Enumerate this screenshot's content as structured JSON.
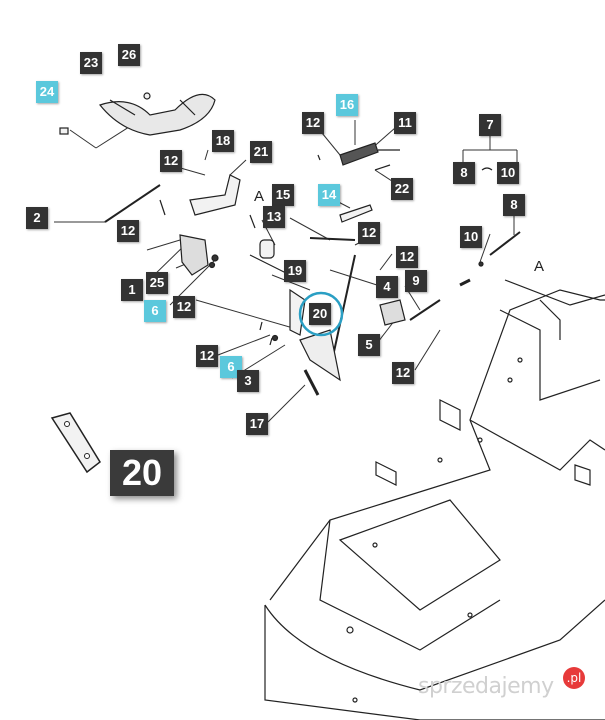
{
  "parts": [
    {
      "id": "p23",
      "text": "23",
      "cyan": false
    },
    {
      "id": "p26",
      "text": "26",
      "cyan": false
    },
    {
      "id": "p24",
      "text": "24",
      "cyan": true
    },
    {
      "id": "p18",
      "text": "18",
      "cyan": false
    },
    {
      "id": "p12a",
      "text": "12",
      "cyan": false
    },
    {
      "id": "p21",
      "text": "21",
      "cyan": false
    },
    {
      "id": "p12b",
      "text": "12",
      "cyan": false
    },
    {
      "id": "p16",
      "text": "16",
      "cyan": true
    },
    {
      "id": "p11",
      "text": "11",
      "cyan": false
    },
    {
      "id": "p22",
      "text": "22",
      "cyan": false
    },
    {
      "id": "p7",
      "text": "7",
      "cyan": false
    },
    {
      "id": "p8a",
      "text": "8",
      "cyan": false
    },
    {
      "id": "p10a",
      "text": "10",
      "cyan": false
    },
    {
      "id": "p8b",
      "text": "8",
      "cyan": false
    },
    {
      "id": "p2",
      "text": "2",
      "cyan": false
    },
    {
      "id": "p12c",
      "text": "12",
      "cyan": false
    },
    {
      "id": "p15",
      "text": "15",
      "cyan": false
    },
    {
      "id": "p14",
      "text": "14",
      "cyan": true
    },
    {
      "id": "p13",
      "text": "13",
      "cyan": false
    },
    {
      "id": "p12d",
      "text": "12",
      "cyan": false
    },
    {
      "id": "p10b",
      "text": "10",
      "cyan": false
    },
    {
      "id": "p12e",
      "text": "12",
      "cyan": false
    },
    {
      "id": "p19",
      "text": "19",
      "cyan": false
    },
    {
      "id": "p9",
      "text": "9",
      "cyan": false
    },
    {
      "id": "p1",
      "text": "1",
      "cyan": false
    },
    {
      "id": "p25",
      "text": "25",
      "cyan": false
    },
    {
      "id": "p4",
      "text": "4",
      "cyan": false
    },
    {
      "id": "p6a",
      "text": "6",
      "cyan": true
    },
    {
      "id": "p12f",
      "text": "12",
      "cyan": false
    },
    {
      "id": "p20",
      "text": "20",
      "cyan": false
    },
    {
      "id": "p5",
      "text": "5",
      "cyan": false
    },
    {
      "id": "p12g",
      "text": "12",
      "cyan": false
    },
    {
      "id": "p6b",
      "text": "6",
      "cyan": true
    },
    {
      "id": "p3",
      "text": "3",
      "cyan": false
    },
    {
      "id": "p12h",
      "text": "12",
      "cyan": false
    },
    {
      "id": "p17",
      "text": "17",
      "cyan": false
    }
  ],
  "callouts": {
    "letter_a1": "A",
    "letter_a2": "A",
    "detail_label": "20"
  },
  "watermark": {
    "text": "sprzedajemy",
    "badge": ".pl"
  },
  "colors": {
    "label_bg": "#333333",
    "label_cyan": "#5bc8dc",
    "highlight": "#2a9fc4"
  }
}
